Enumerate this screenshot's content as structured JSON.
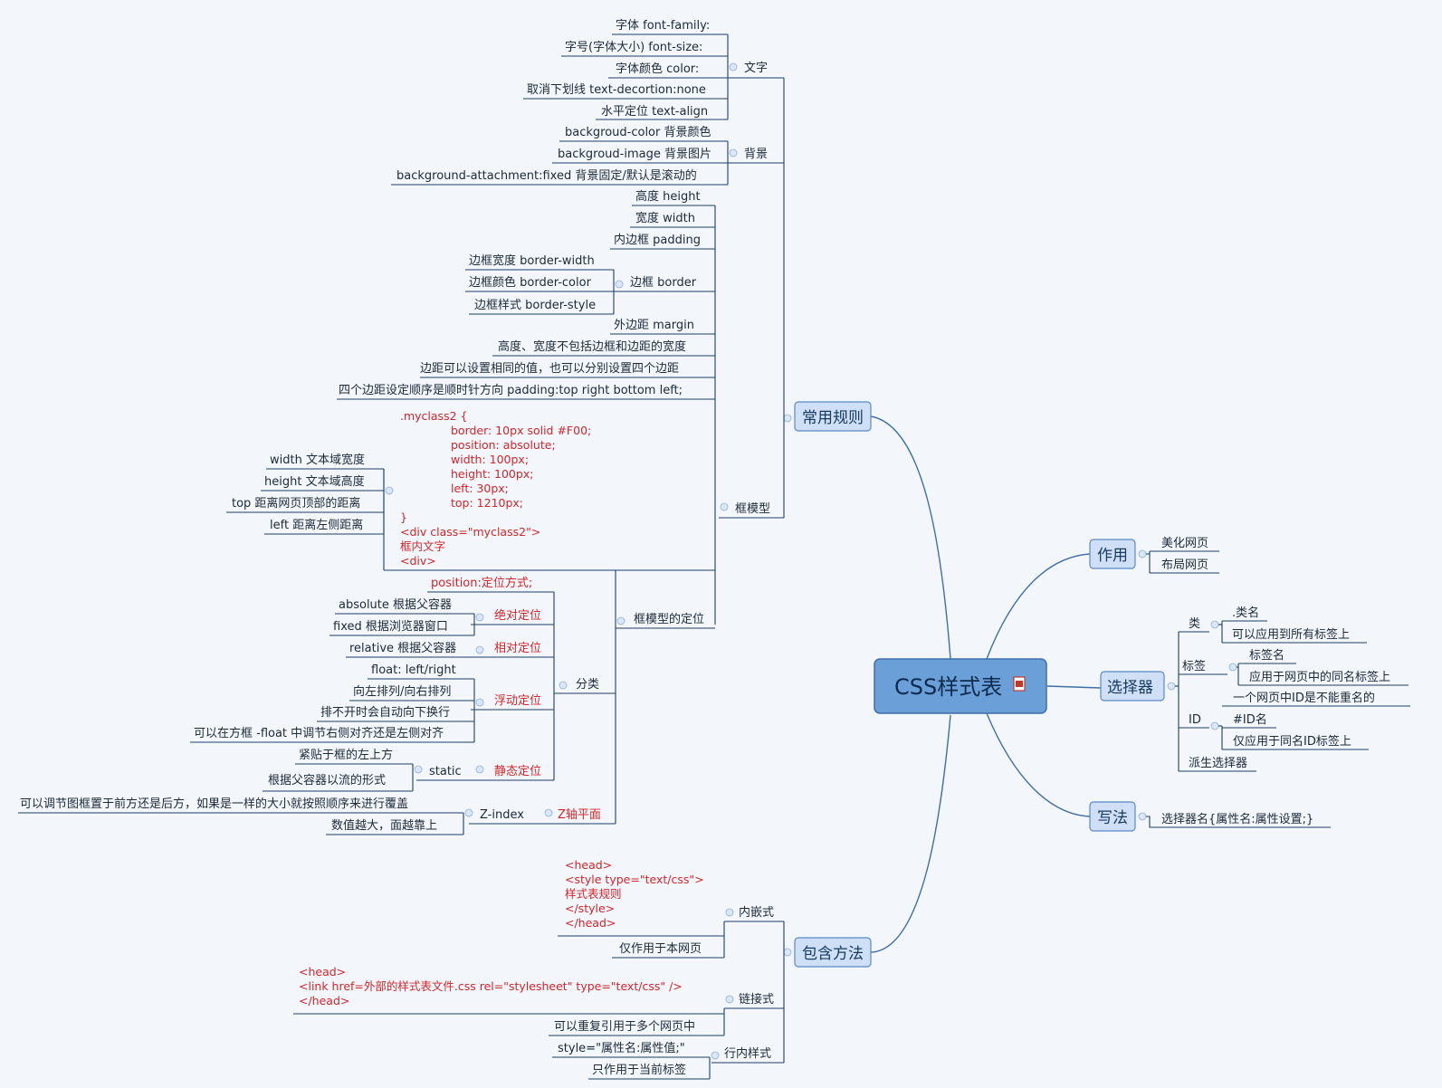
{
  "root": {
    "label": "CSS样式表"
  },
  "branches": {
    "rules": "常用规则",
    "purpose": "作用",
    "selector": "选择器",
    "syntax": "写法",
    "include": "包含方法"
  },
  "purpose": {
    "items": [
      "美化网页",
      "布局网页"
    ]
  },
  "selector": {
    "class": {
      "label": "类",
      "items": [
        ".类名",
        "可以应用到所有标签上"
      ]
    },
    "tag": {
      "label": "标签",
      "items": [
        "标签名",
        "应用于网页中的同名标签上"
      ]
    },
    "id_note": "一个网页中ID是不能重名的",
    "id": {
      "label": "ID",
      "items": [
        "#ID名",
        "仅应用于同名ID标签上"
      ]
    },
    "derived": "派生选择器"
  },
  "syntax": {
    "item": "选择器名{属性名:属性设置;}"
  },
  "rules": {
    "text": {
      "label": "文字",
      "items": [
        "字体 font-family:",
        "字号(字体大小)  font-size:",
        "字体颜色   color:",
        "取消下划线   text-decortion:none",
        "水平定位   text-align"
      ]
    },
    "background": {
      "label": "背景",
      "items": [
        "backgroud-color 背景颜色",
        "backgroud-image 背景图片",
        "background-attachment:fixed    背景固定/默认是滚动的"
      ]
    },
    "boxmodel": {
      "label": "框模型",
      "height": "高度 height",
      "width": "宽度   width",
      "padding": "内边框 padding",
      "border": {
        "label": "边框   border",
        "items": [
          "边框宽度 border-width",
          "边框颜色   border-color",
          "边框样式 border-style"
        ]
      },
      "margin": "外边距   margin",
      "note1": "高度、宽度不包括边框和边距的宽度",
      "note2": "边距可以设置相同的值，也可以分别设置四个边距",
      "note3": "四个边距设定顺序是顺时针方向   padding:top right bottom left;",
      "code": [
        ".myclass2 {",
        "border: 10px solid #F00;",
        "position: absolute;",
        "width: 100px;",
        "height: 100px;",
        "left: 30px;",
        "top: 1210px;",
        "}",
        "<div class=\"myclass2\">",
        "框内文字",
        "<div>"
      ],
      "code_items": [
        "width 文本域宽度",
        "height 文本域高度",
        "top 距离网页顶部的距离",
        "left 距离左侧距离"
      ]
    },
    "positioning": {
      "label": "框模型的定位",
      "intro": "position:定位方式;",
      "category": "分类",
      "absolute": {
        "label": "绝对定位",
        "items": [
          "absolute  根据父容器",
          "fixed  根据浏览器窗口"
        ]
      },
      "relative": {
        "label": "相对定位",
        "item": "relative 根据父容器"
      },
      "float": {
        "label": "浮动定位",
        "items": [
          "float:  left/right",
          "向左排列/向右排列",
          "排不开时会自动向下换行",
          "可以在方框 -float 中调节右侧对齐还是左侧对齐"
        ]
      },
      "static": {
        "label": "静态定位",
        "sub": "static",
        "items": [
          "紧贴于框的左上方",
          "根据父容器以流的形式"
        ]
      },
      "zaxis": {
        "label": "Z轴平面",
        "sub": "Z-index",
        "items": [
          "可以调节图框置于前方还是后方，如果是一样的大小就按照顺序来进行覆盖",
          "数值越大，面越靠上"
        ]
      }
    }
  },
  "include": {
    "embedded": {
      "label": "内嵌式",
      "code": [
        "<head>",
        "<style type=\"text/css\">",
        "样式表规则",
        "</style>",
        "</head>"
      ],
      "note": "仅作用于本网页"
    },
    "linked": {
      "label": "链接式",
      "code": [
        "<head>",
        "<link href=外部的样式表文件.css rel=\"stylesheet\" type=\"text/css\" />",
        "</head>"
      ],
      "note": "可以重复引用于多个网页中"
    },
    "inline": {
      "label": "行内样式",
      "items": [
        "style=\"属性名:属性值;\"",
        "只作用于当前标签"
      ]
    }
  },
  "colors": {
    "accent": "#d1262a",
    "line": "#1e3f66",
    "node": "#cfe0f6",
    "root": "#6a9fd8",
    "background": "#f3f6fb"
  }
}
